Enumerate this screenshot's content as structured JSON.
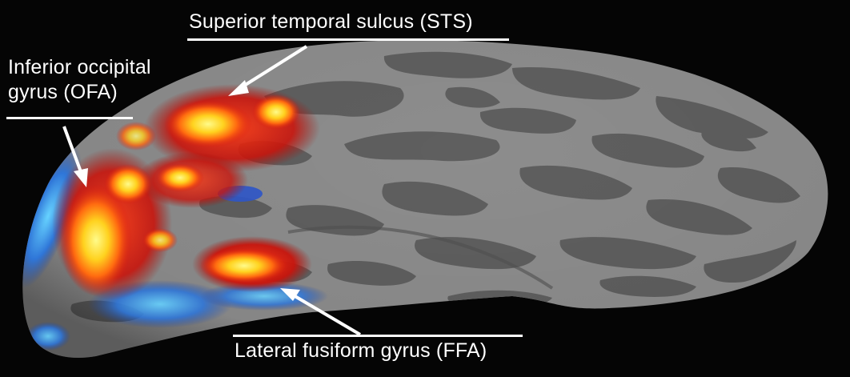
{
  "figure": {
    "labels": {
      "sts": "Superior temporal sulcus (STS)",
      "ofa_line1": "Inferior occipital",
      "ofa_line2": "gyrus (OFA)",
      "ffa": "Lateral fusiform gyrus (FFA)"
    },
    "colors": {
      "background": "#050505",
      "cortex_gyri": "#8d8d8d",
      "cortex_sulci": "#5f5f5f",
      "activation_hot": "#ffef55",
      "activation_mid": "#ff6a10",
      "activation_low": "#e01a10",
      "deactivation": "#2e6fd8",
      "deactivation_light": "#59c6ff",
      "label_text": "#ffffff"
    }
  }
}
